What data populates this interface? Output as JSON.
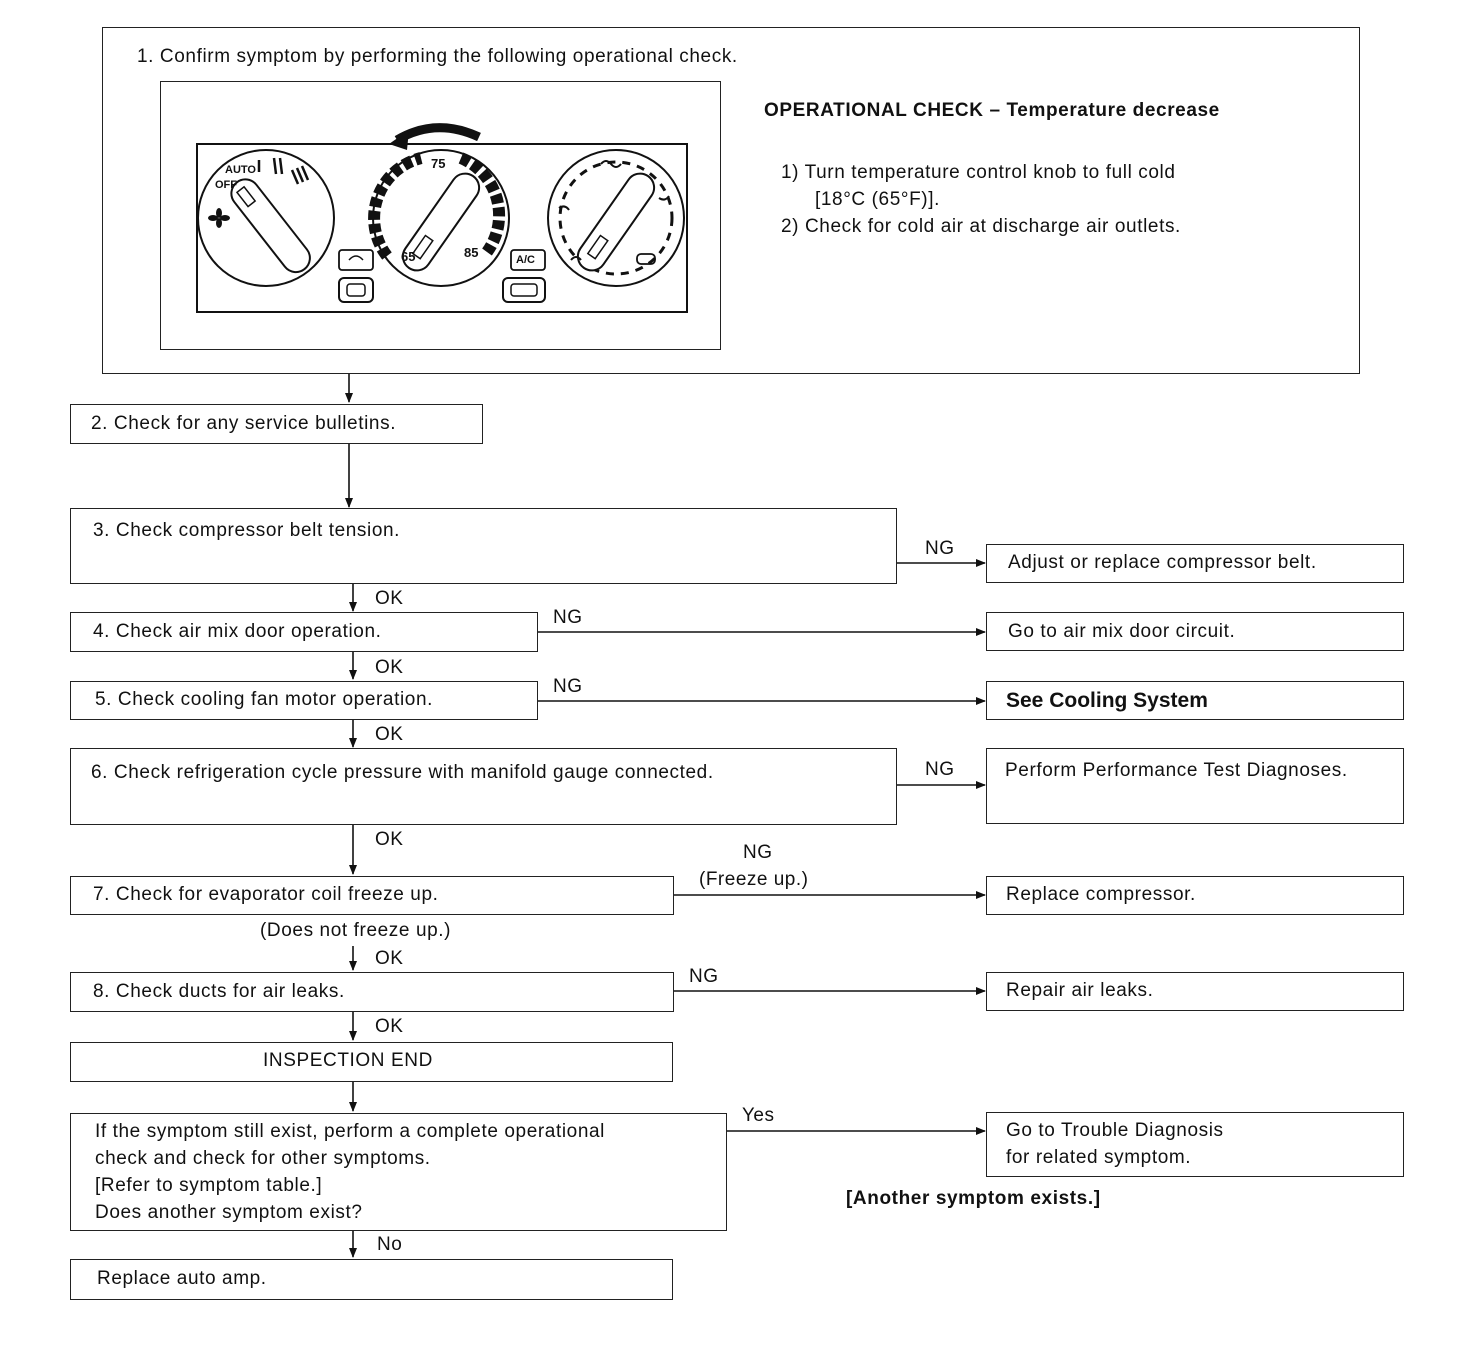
{
  "step1": {
    "text": "1. Confirm symptom by performing the following operational check.",
    "panel": {
      "fan_auto": "AUTO",
      "fan_off": "OFF",
      "temp_75": "75",
      "temp_65": "65",
      "temp_85": "85",
      "ac_label": "A/C"
    },
    "check_title": "OPERATIONAL CHECK – Temperature decrease",
    "check_step1_line1": "1) Turn temperature control knob to full cold",
    "check_step1_line2": "[18°C (65°F)].",
    "check_step2": "2) Check for cold air at discharge air outlets."
  },
  "steps": {
    "s2": "2. Check for any service bulletins.",
    "s3": "3. Check compressor belt tension.",
    "s4": "4. Check air mix door operation.",
    "s5": "5. Check cooling fan motor operation.",
    "s6": "6. Check refrigeration cycle pressure with manifold gauge connected.",
    "s7": "7. Check for evaporator coil freeze up.",
    "s7_note": "(Does not freeze up.)",
    "s8": "8. Check ducts for air leaks.",
    "end": "INSPECTION END",
    "final_q1": "If the symptom still exist, perform a complete operational",
    "final_q2": "check and check for other symptoms.",
    "final_q3": "[Refer to symptom table.]",
    "final_q4": "Does another symptom exist?",
    "replace_amp": "Replace auto amp."
  },
  "results": {
    "r3": "Adjust or replace compressor belt.",
    "r4": "Go to air mix door circuit.",
    "r5": "See Cooling System",
    "r6": "Perform Performance Test Diagnoses.",
    "r7": "Replace compressor.",
    "r8": "Repair air leaks.",
    "final_line1": "Go to Trouble Diagnosis",
    "final_line2": "for related symptom.",
    "final_note": "[Another symptom exists.]"
  },
  "labels": {
    "ok": "OK",
    "ng": "NG",
    "freeze": "(Freeze up.)",
    "yes": "Yes",
    "no": "No"
  }
}
